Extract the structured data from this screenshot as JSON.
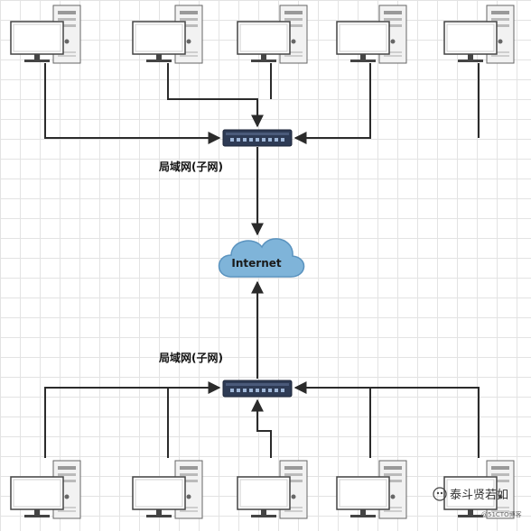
{
  "lan_label_top": "局域网(子网)",
  "lan_label_bottom": "局域网(子网)",
  "cloud_label": "Internet",
  "watermark": {
    "text": "泰斗贤若如",
    "subtext": "@51CTO博客"
  },
  "colors": {
    "line": "#2b2b2b",
    "cloud_fill": "#7fb4d9",
    "cloud_stroke": "#5a93bf",
    "switch_body": "#2e3b55",
    "monitor_stroke": "#444444",
    "tower_fill": "#f2f2f2"
  }
}
